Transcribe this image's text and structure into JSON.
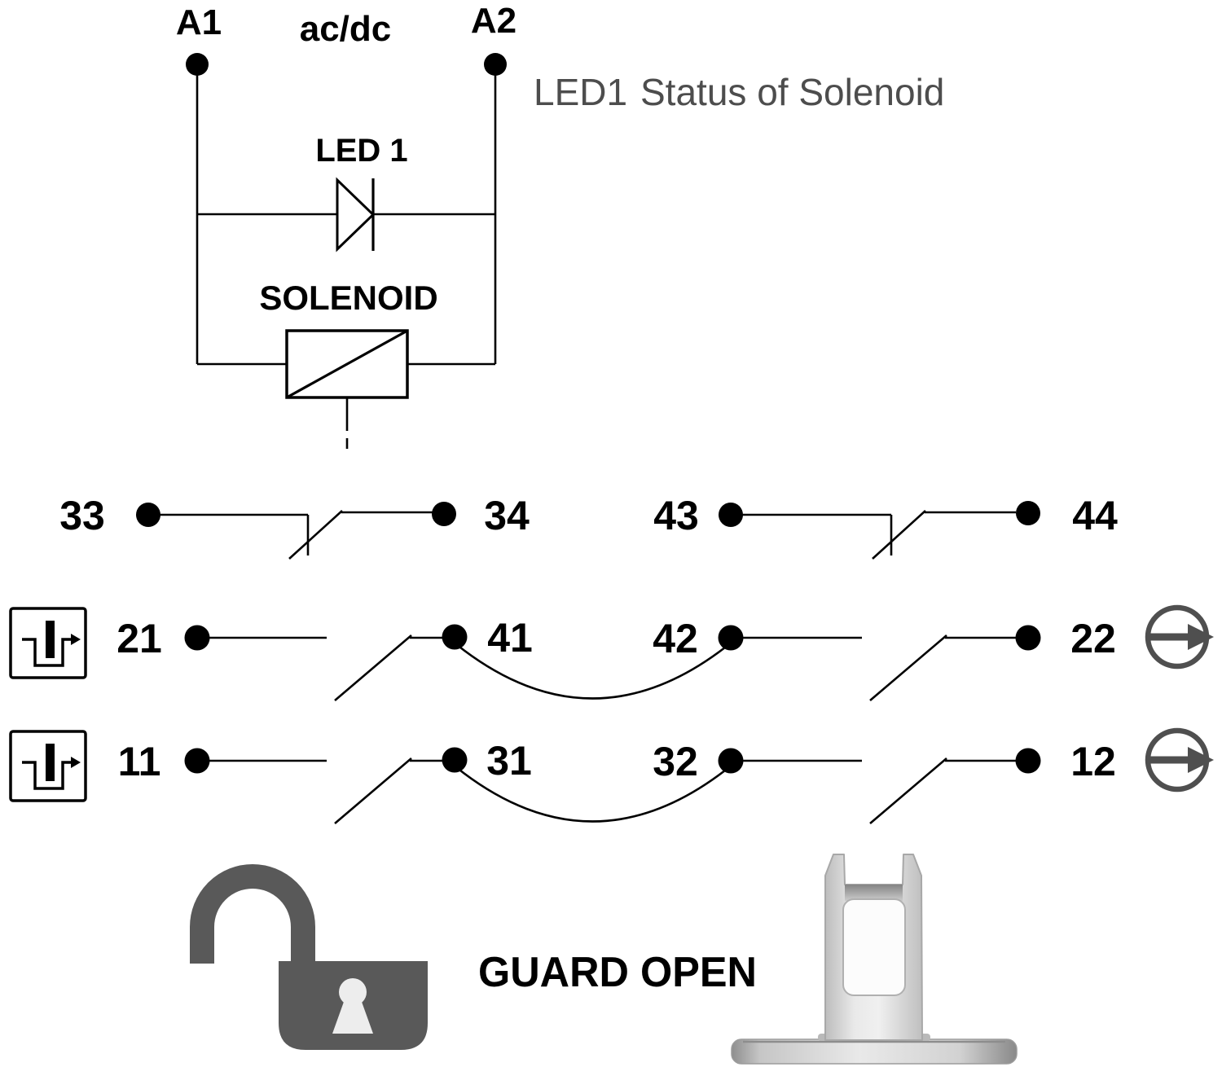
{
  "labels": {
    "terminal_a1": "A1",
    "supply": "ac/dc",
    "terminal_a2": "A2",
    "led_note_id": "LED1",
    "led_note_desc": "Status of Solenoid",
    "led": "LED 1",
    "solenoid": "SOLENOID",
    "guard_status": "GUARD OPEN",
    "c33": "33",
    "c34": "34",
    "c43": "43",
    "c44": "44",
    "c21": "21",
    "c41": "41",
    "c42": "42",
    "c22": "22",
    "c11": "11",
    "c31": "31",
    "c32": "32",
    "c12": "12"
  },
  "colors": {
    "line": "#000000",
    "note_text": "#4d4d4d",
    "padlock": "#595959",
    "icon_gray": "#4f4f4f"
  },
  "icons": {
    "row2_left": "actuator-insertion-icon",
    "row3_left": "actuator-insertion-icon",
    "row2_right": "circle-arrow-right-icon",
    "row3_right": "circle-arrow-right-icon",
    "bottom_left": "open-padlock-icon",
    "bottom_right": "actuator-key-image"
  }
}
